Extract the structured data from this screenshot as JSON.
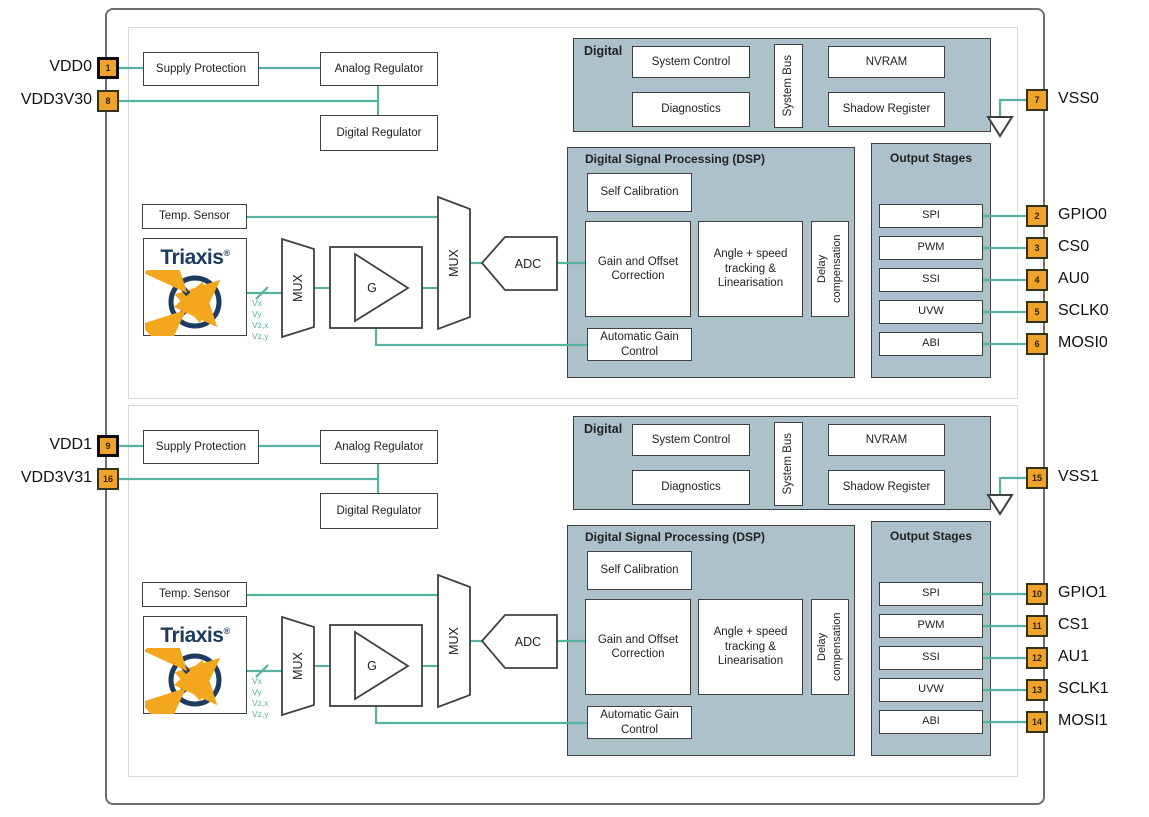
{
  "figure": {
    "type": "dual-die magnetic position sensor block diagram"
  },
  "colors": {
    "wire_teal": "#57b2a2",
    "pin_orange": "#f0a32a",
    "block_grey": "#adc1ca",
    "logo_navy": "#1d3a5f",
    "logo_orange": "#f2a71f",
    "outline_dark": "#404040"
  },
  "blocks": {
    "supply_protection": "Supply Protection",
    "analog_regulator": "Analog Regulator",
    "digital_regulator": "Digital Regulator",
    "temp_sensor": "Temp. Sensor",
    "triaxis_brand": "Triaxis",
    "triaxis_reg_mark": "®",
    "mux": "MUX",
    "gain": "G",
    "adc": "ADC",
    "digital_title": "Digital",
    "system_control": "System Control",
    "diagnostics": "Diagnostics",
    "system_bus": "System Bus",
    "nvram": "NVRAM",
    "shadow_register": "Shadow Register",
    "dsp_title": "Digital Signal Processing (DSP)",
    "self_calibration": "Self Calibration",
    "gain_offset": "Gain and Offset Correction",
    "angle_speed": "Angle + speed tracking & Linearisation",
    "delay_comp": "Delay compensation",
    "agc": "Automatic Gain Control",
    "output_stages_title": "Output Stages",
    "output_modes": [
      "SPI",
      "PWM",
      "SSI",
      "UVW",
      "ABI"
    ],
    "signal_labels": [
      "Vx",
      "Vy",
      "Vz,x",
      "Vz,y"
    ]
  },
  "dies": [
    {
      "id": "die-0",
      "pin_vdd": {
        "number": "1",
        "label": "VDD0"
      },
      "pin_vdd3v3": {
        "number": "8",
        "label": "VDD3V30"
      },
      "pin_vss": {
        "number": "7",
        "label": "VSS0"
      },
      "output_pins": [
        {
          "number": "2",
          "label": "GPIO0"
        },
        {
          "number": "3",
          "label": "CS0"
        },
        {
          "number": "4",
          "label": "AU0"
        },
        {
          "number": "5",
          "label": "SCLK0"
        },
        {
          "number": "6",
          "label": "MOSI0"
        }
      ]
    },
    {
      "id": "die-1",
      "pin_vdd": {
        "number": "9",
        "label": "VDD1"
      },
      "pin_vdd3v3": {
        "number": "16",
        "label": "VDD3V31"
      },
      "pin_vss": {
        "number": "15",
        "label": "VSS1"
      },
      "output_pins": [
        {
          "number": "10",
          "label": "GPIO1"
        },
        {
          "number": "11",
          "label": "CS1"
        },
        {
          "number": "12",
          "label": "AU1"
        },
        {
          "number": "13",
          "label": "SCLK1"
        },
        {
          "number": "14",
          "label": "MOSI1"
        }
      ]
    }
  ]
}
